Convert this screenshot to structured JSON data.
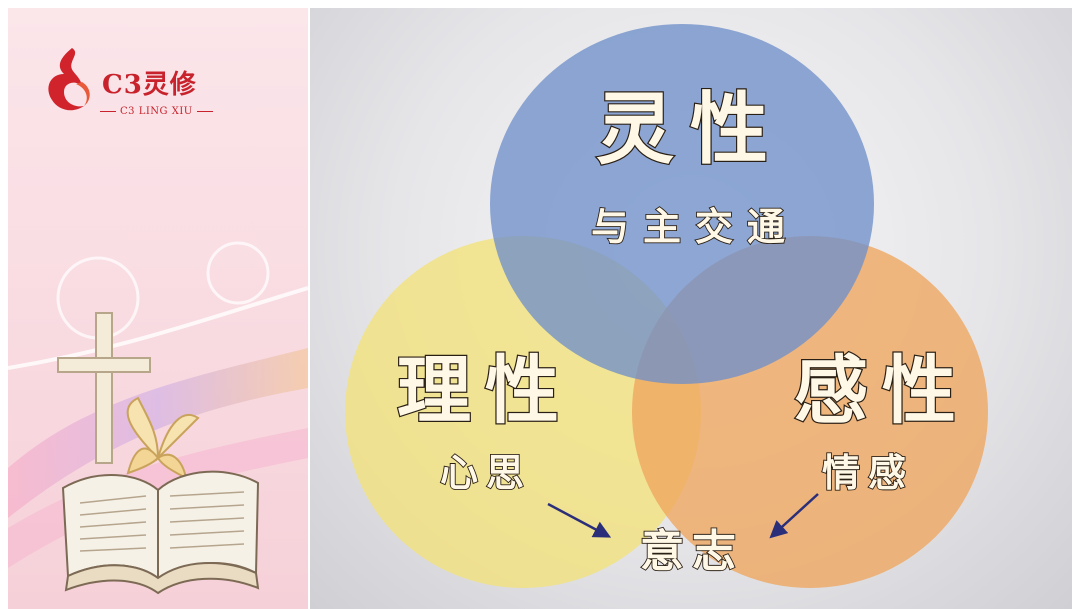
{
  "brand": {
    "name": "C3灵修",
    "subtitle": "C3 LING XIU"
  },
  "diagram": {
    "circles": [
      {
        "title": "灵性",
        "subtitle": "与主交通",
        "color": "#6f8fc9"
      },
      {
        "title": "理性",
        "subtitle": "心思",
        "color": "#f2e27a"
      },
      {
        "title": "感性",
        "subtitle": "情感",
        "color": "#eea55e"
      }
    ],
    "center_label": "意志",
    "arrow_color": "#2b2f7a"
  }
}
